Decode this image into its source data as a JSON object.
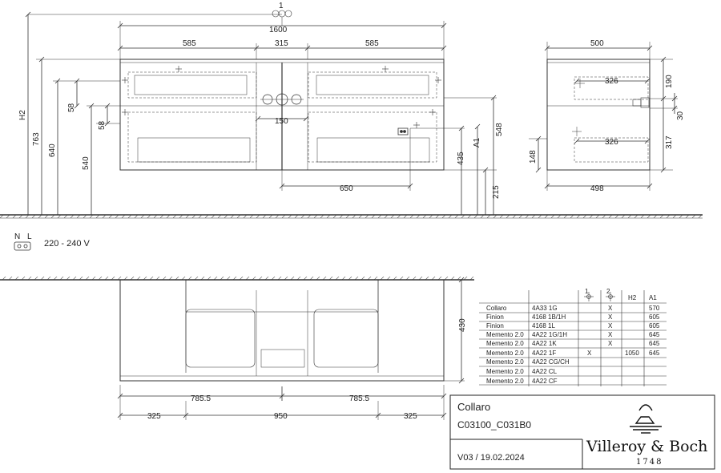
{
  "top_view": {
    "marker_1": "1",
    "total_width": "1600",
    "widths": [
      "585",
      "315",
      "585"
    ],
    "height_h2": "H2",
    "heights_left": [
      "763",
      "640",
      "540"
    ],
    "small_58_a": "58",
    "small_58_b": "58",
    "gap_150": "150",
    "height_548": "548",
    "height_435": "435",
    "height_a1": "A1",
    "height_215": "215",
    "width_650": "650"
  },
  "side_view": {
    "width_top": "500",
    "width_bottom": "498",
    "inner_326_top": "326",
    "inner_326_bottom": "326",
    "dim_190": "190",
    "dim_30": "30",
    "dim_317": "317",
    "dim_148": "148"
  },
  "electrical": {
    "n_label": "N",
    "l_label": "L",
    "voltage": "220 - 240 V"
  },
  "bottom_view": {
    "height_430": "430",
    "half_left": "785.5",
    "half_right": "785.5",
    "seg_left": "325",
    "seg_mid": "950",
    "seg_right": "325"
  },
  "spec_table": {
    "col_1": "1",
    "col_2": "2",
    "col_h2": "H2",
    "col_a1": "A1",
    "rows": [
      {
        "name": "Collaro",
        "code": "4A33 1G",
        "c1": "",
        "c2": "X",
        "h2": "",
        "a1": "570"
      },
      {
        "name": "Finion",
        "code": "4168 1B/1H",
        "c1": "",
        "c2": "X",
        "h2": "",
        "a1": "605"
      },
      {
        "name": "Finion",
        "code": "4168 1L",
        "c1": "",
        "c2": "X",
        "h2": "",
        "a1": "605"
      },
      {
        "name": "Memento 2.0",
        "code": "4A22 1G/1H",
        "c1": "",
        "c2": "X",
        "h2": "",
        "a1": "645"
      },
      {
        "name": "Memento 2.0",
        "code": "4A22 1K",
        "c1": "",
        "c2": "X",
        "h2": "",
        "a1": "645"
      },
      {
        "name": "Memento 2.0",
        "code": "4A22 1F",
        "c1": "X",
        "c2": "",
        "h2": "1050",
        "a1": "645"
      },
      {
        "name": "Memento 2.0",
        "code": "4A22 CG/CH",
        "c1": "",
        "c2": "",
        "h2": "",
        "a1": ""
      },
      {
        "name": "Memento 2.0",
        "code": "4A22 CL",
        "c1": "",
        "c2": "",
        "h2": "",
        "a1": ""
      },
      {
        "name": "Memento 2.0",
        "code": "4A22 CF",
        "c1": "",
        "c2": "",
        "h2": "",
        "a1": ""
      }
    ]
  },
  "title_block": {
    "product": "Collaro",
    "article": "C03100_C031B0",
    "version": "V03 / 19.02.2024",
    "brand": "Villeroy & Boch",
    "year": "1748"
  }
}
